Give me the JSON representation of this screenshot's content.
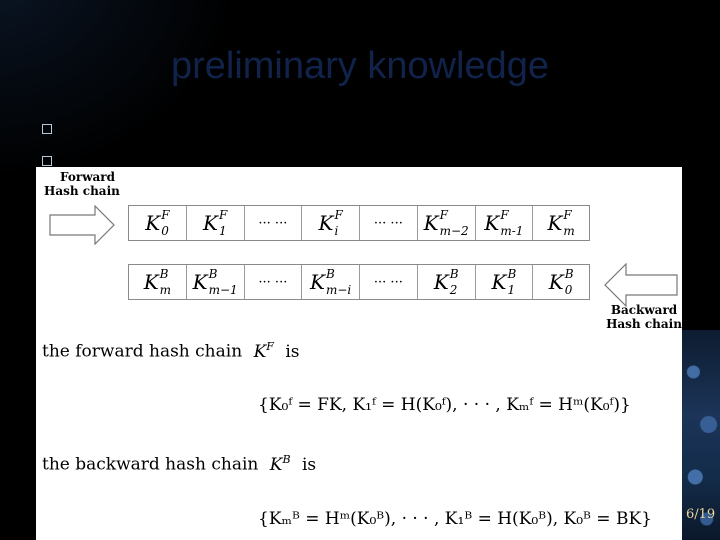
{
  "slide": {
    "title": "preliminary knowledge",
    "page_number": "6/19"
  },
  "figure": {
    "forward_label_line1": "Forward",
    "forward_label_line2": "Hash chain",
    "backward_label_line1": "Backward",
    "backward_label_line2": "Hash chain",
    "forward_cells": [
      {
        "base": "K",
        "sup": "F",
        "sub": "0"
      },
      {
        "base": "K",
        "sup": "F",
        "sub": "1"
      },
      {
        "dots": "··· ···"
      },
      {
        "base": "K",
        "sup": "F",
        "sub": "i"
      },
      {
        "dots": "··· ···"
      },
      {
        "base": "K",
        "sup": "F",
        "sub": "m−2"
      },
      {
        "base": "K",
        "sup": "F",
        "sub": "m-1"
      },
      {
        "base": "K",
        "sup": "F",
        "sub": "m"
      }
    ],
    "backward_cells": [
      {
        "base": "K",
        "sup": "B",
        "sub": "m"
      },
      {
        "base": "K",
        "sup": "B",
        "sub": "m−1"
      },
      {
        "dots": "··· ···"
      },
      {
        "base": "K",
        "sup": "B",
        "sub": "m−i"
      },
      {
        "dots": "··· ···"
      },
      {
        "base": "K",
        "sup": "B",
        "sub": "2"
      },
      {
        "base": "K",
        "sup": "B",
        "sub": "1"
      },
      {
        "base": "K",
        "sup": "B",
        "sub": "0"
      }
    ]
  },
  "text": {
    "forward_intro": "the forward hash chain",
    "forward_symbol": "K",
    "forward_symbol_sup": "F",
    "forward_is": "is",
    "forward_formula": "{K₀ᶠ = FK, K₁ᶠ = H(K₀ᶠ), · · · , Kₘᶠ = Hᵐ(K₀ᶠ)}",
    "backward_intro": "the backward hash chain",
    "backward_symbol": "K",
    "backward_symbol_sup": "B",
    "backward_is": "is",
    "backward_formula": "{Kₘᴮ = Hᵐ(K₀ᴮ), · · · , K₁ᴮ = H(K₀ᴮ), K₀ᴮ = BK}"
  }
}
